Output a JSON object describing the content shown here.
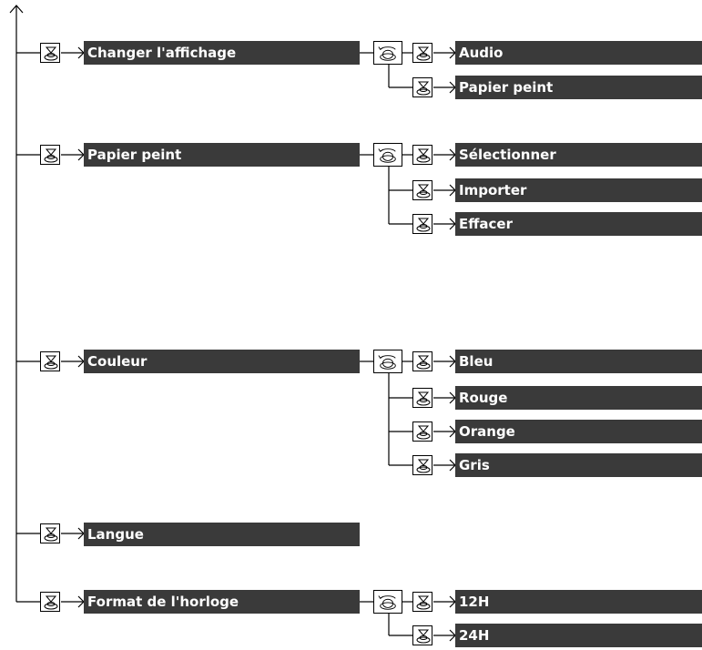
{
  "groups": [
    {
      "label": "Changer l'affichage",
      "options": [
        "Audio",
        "Papier peint"
      ]
    },
    {
      "label": "Papier peint",
      "options": [
        "Sélectionner",
        "Importer",
        "Effacer"
      ]
    },
    {
      "label": "Couleur",
      "options": [
        "Bleu",
        "Rouge",
        "Orange",
        "Gris"
      ]
    },
    {
      "label": "Langue",
      "options": []
    },
    {
      "label": "Format de l'horloge",
      "options": [
        "12H",
        "24H"
      ]
    }
  ],
  "icons": {
    "press": "press-button-icon",
    "rotate": "rotate-knob-icon"
  },
  "colors": {
    "box": "#3a3a3a",
    "box_text": "#ffffff",
    "line": "#000000"
  }
}
